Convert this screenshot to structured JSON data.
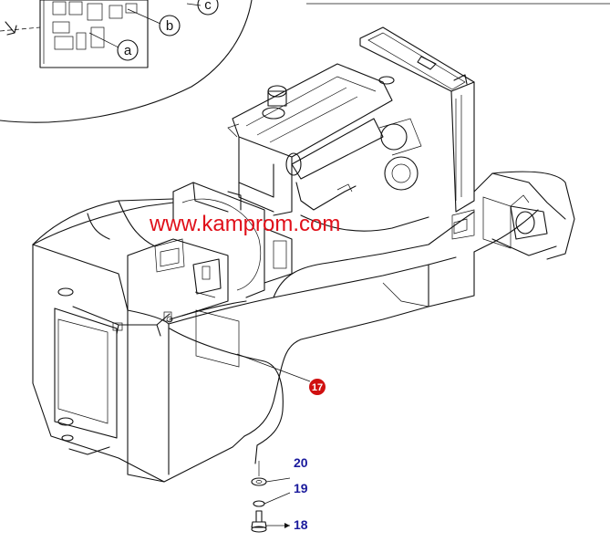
{
  "watermark": {
    "text": "www.kamprom.com"
  },
  "detail_callouts": [
    {
      "id": "a",
      "label": "a"
    },
    {
      "id": "b",
      "label": "b"
    },
    {
      "id": "c",
      "label": "c"
    }
  ],
  "badge_part": {
    "number": "17",
    "color": "#d01010"
  },
  "part_numbers": [
    {
      "id": "p20",
      "number": "20",
      "color": "#1a1a9c"
    },
    {
      "id": "p19",
      "number": "19",
      "color": "#1a1a9c"
    },
    {
      "id": "p18",
      "number": "18",
      "color": "#1a1a9c"
    }
  ],
  "colors": {
    "line": "#111111",
    "watermark": "#e0101a"
  }
}
